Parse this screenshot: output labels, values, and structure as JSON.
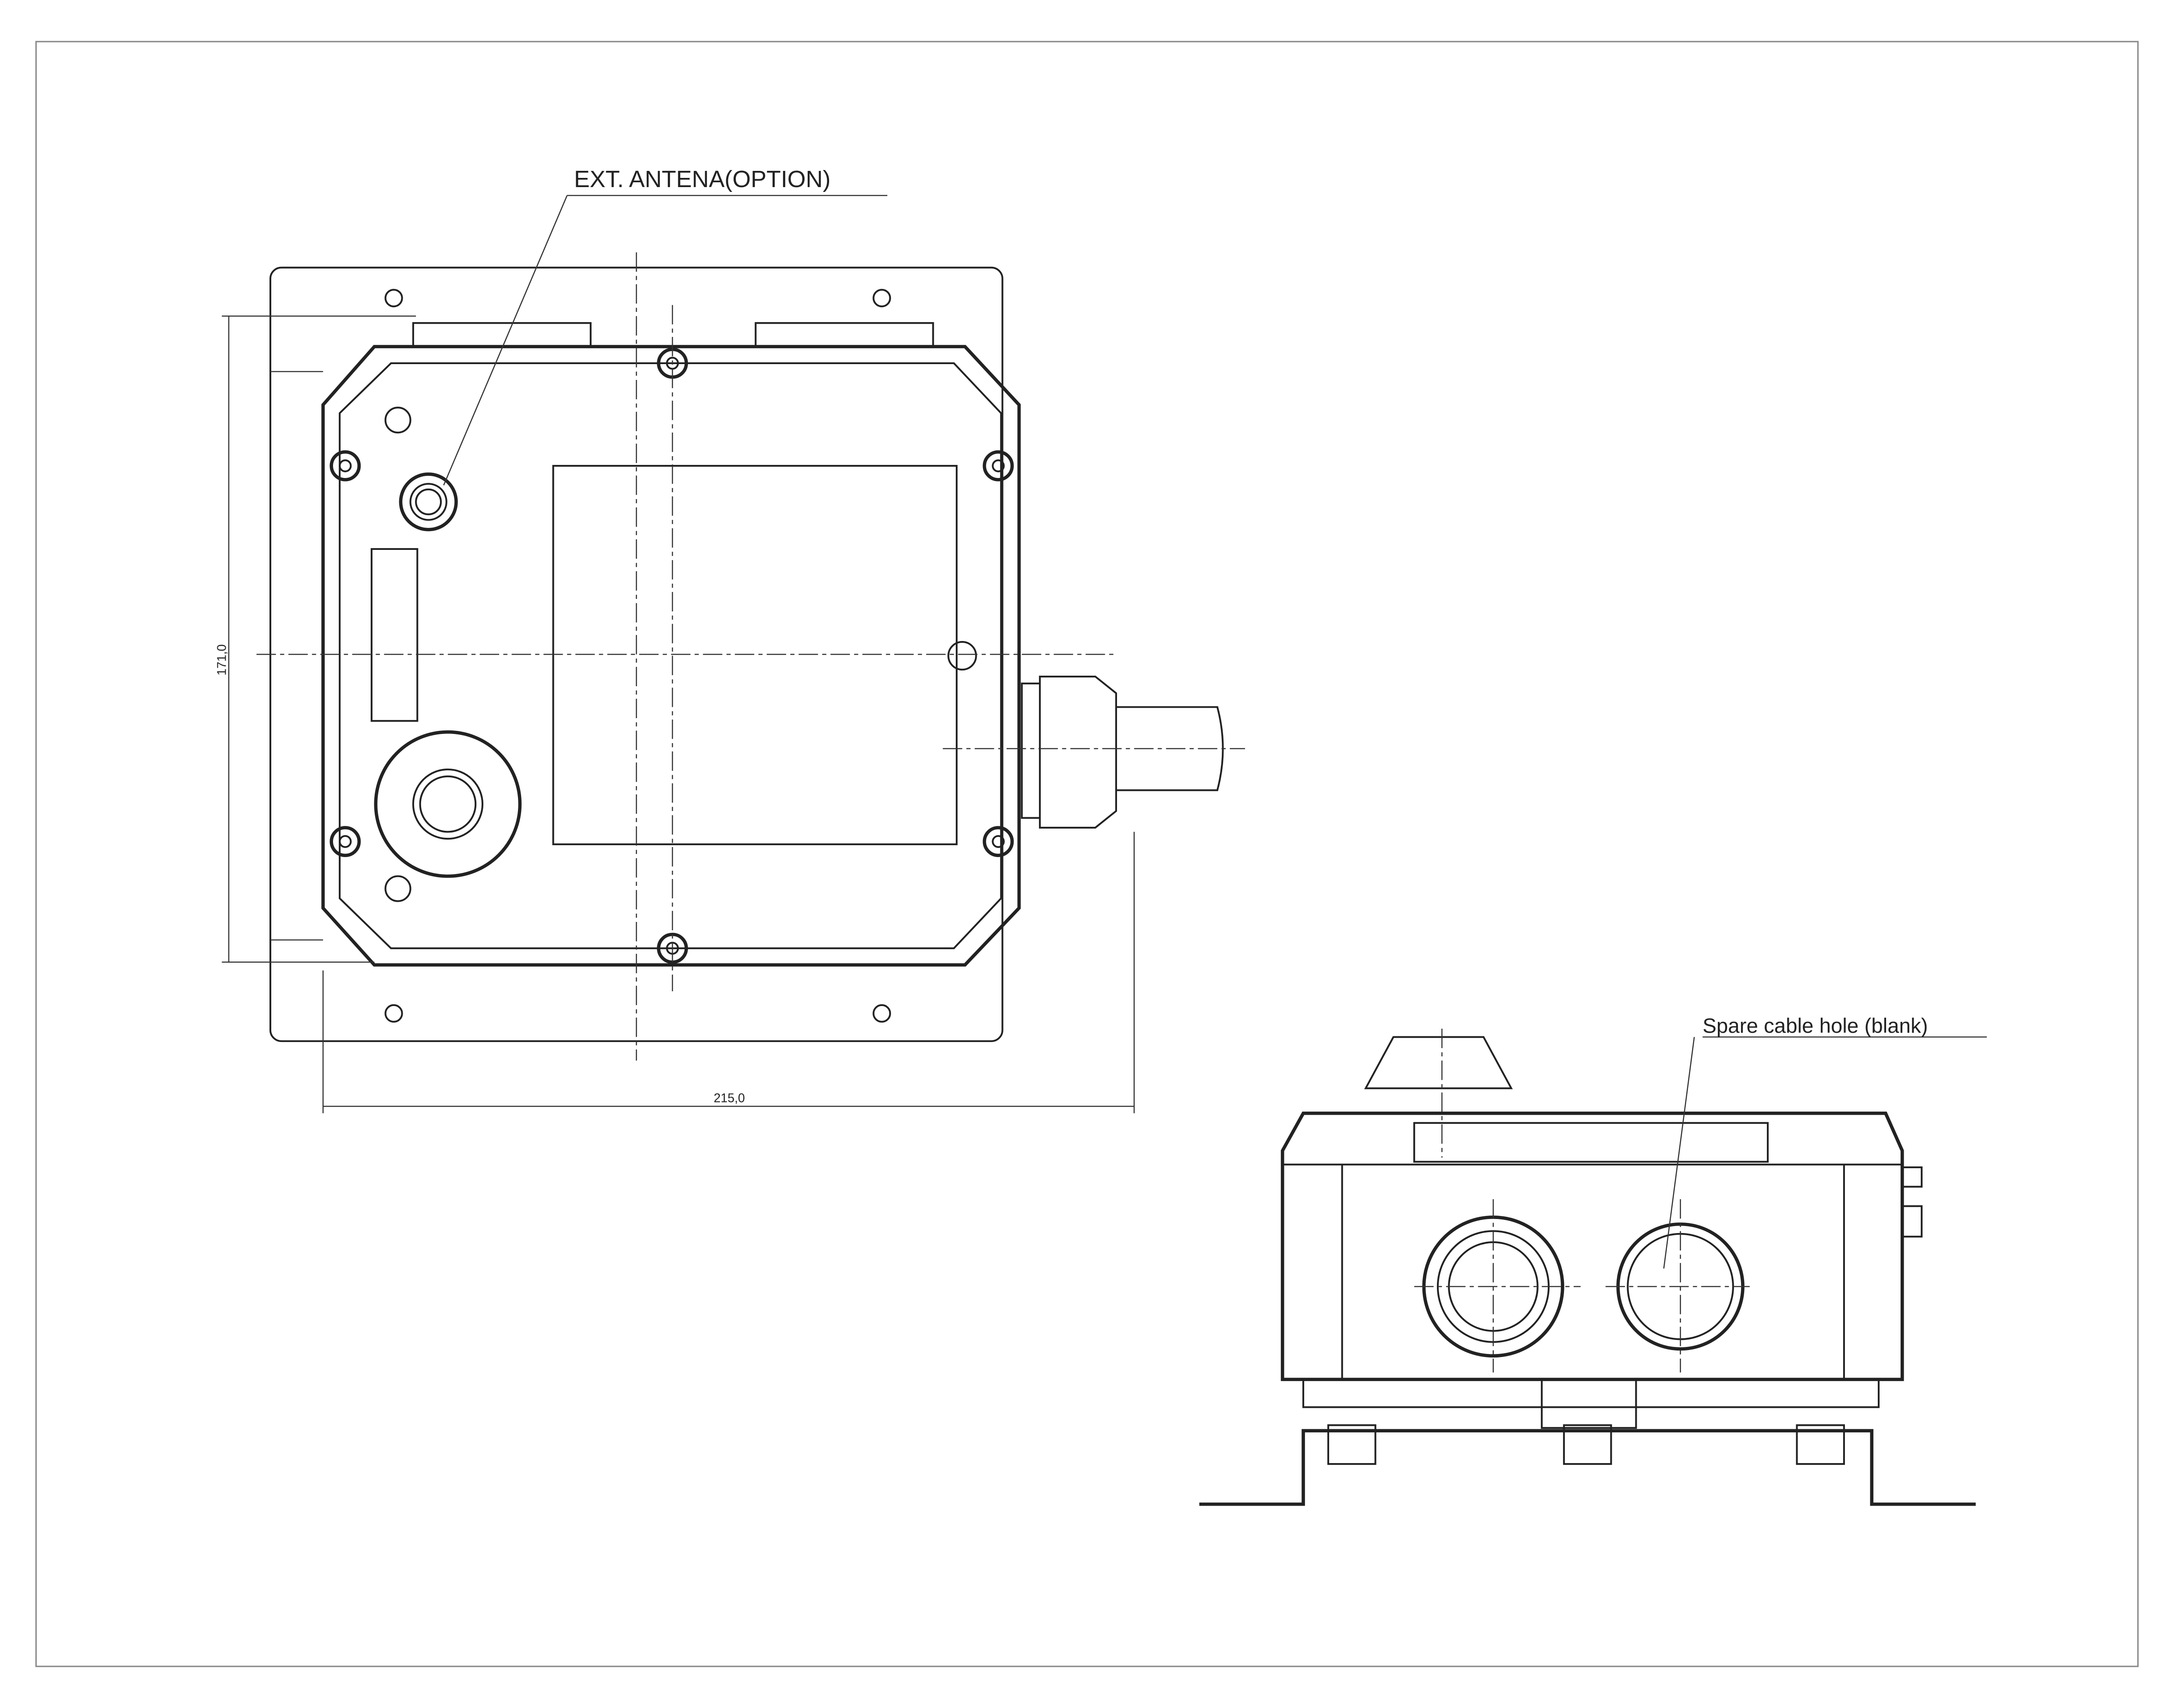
{
  "drawing": {
    "labels": {
      "antenna": "EXT. ANTENA(OPTION)",
      "spare_hole": "Spare cable hole (blank)"
    },
    "dimensions": {
      "height": "171,0",
      "width": "215,0"
    }
  }
}
